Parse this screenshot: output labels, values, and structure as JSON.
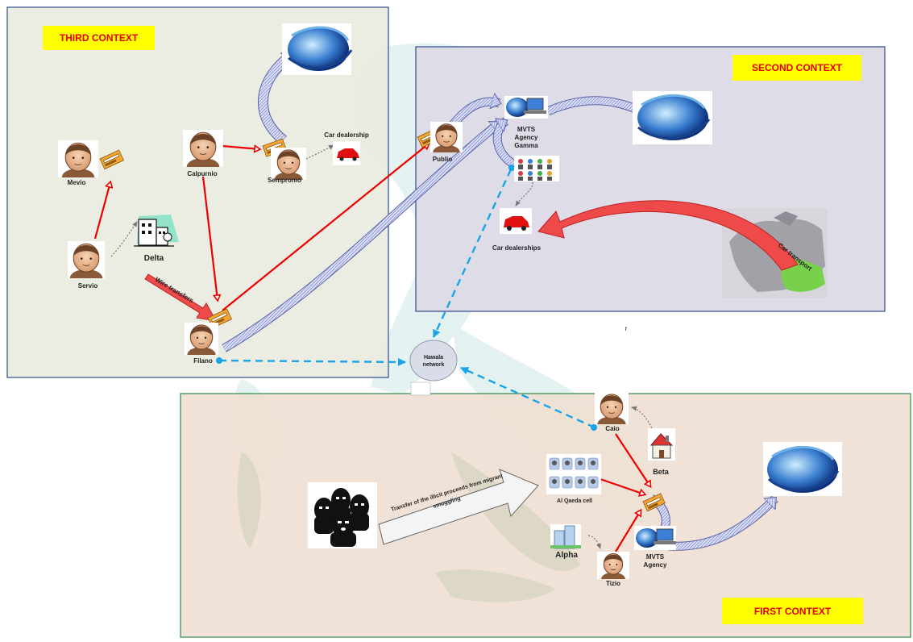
{
  "contexts": {
    "third": "THIRD CONTEXT",
    "second": "SECOND CONTEXT",
    "first": "FIRST CONTEXT"
  },
  "people": {
    "mevio": "Mevio",
    "servio": "Servio",
    "calpurnio": "Calpurnio",
    "sempronio": "Sempronio",
    "filano": "Filano",
    "publio": "Publio",
    "caio": "Caio",
    "tizio": "Tizio"
  },
  "entities": {
    "delta": "Delta",
    "alpha": "Alpha",
    "beta": "Beta",
    "car_dealership": "Car dealership",
    "car_dealerships": "Car dealerships",
    "mvts_gamma": [
      "MVTS",
      "Agency",
      "Gamma"
    ],
    "mvts_agency": [
      "MVTS",
      "Agency"
    ],
    "hawala": [
      "Hawala",
      "network"
    ],
    "al_qaeda": "Al Qaeda cell"
  },
  "arrow_labels": {
    "wire_transfers": "Wire transfers",
    "car_transport": "Car transport",
    "illicit": [
      "Transfer of the illicit proceeds from migrant",
      "smuggling"
    ]
  },
  "stray_mark": "r",
  "colors": {
    "red": "#ee0000",
    "blue_dash": "#1aa3e8",
    "context_label_bg": "#ffff00",
    "context_label_text": "#e00000",
    "third_bg": "#e9ece0",
    "second_bg": "#ddd9e6",
    "first_bg": "#efe0d3"
  },
  "icons": [
    "person-icon",
    "globe-icon",
    "building-icon",
    "house-icon",
    "car-icon",
    "card-icon",
    "computer-icon",
    "group-icon",
    "masked-men-icon",
    "europe-map-icon"
  ]
}
